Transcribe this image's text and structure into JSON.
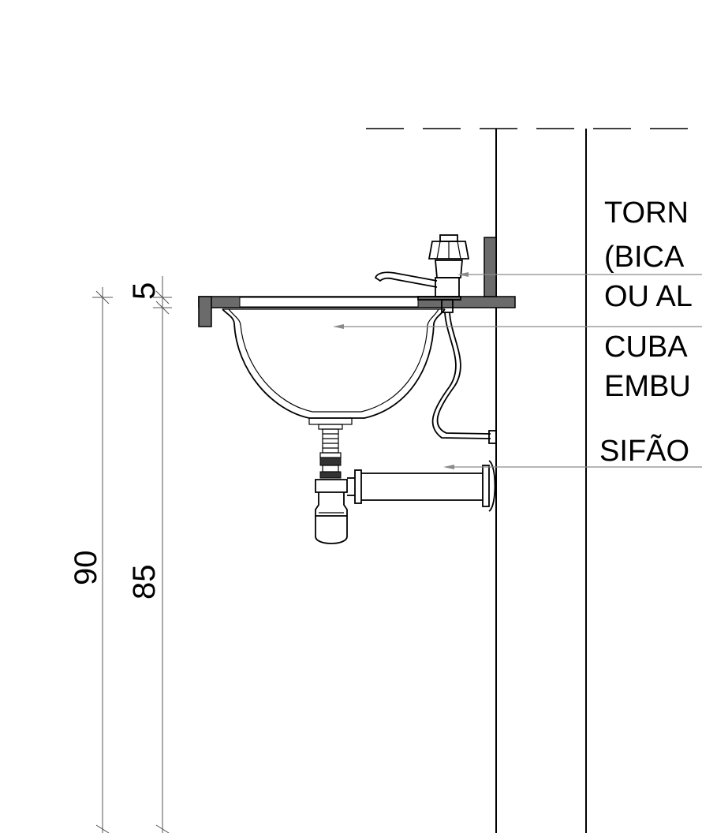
{
  "labels": {
    "faucet_line1": "TORN",
    "faucet_line2": "(BICA",
    "faucet_line3": "OU AL",
    "basin_line1": "CUBA",
    "basin_line2": "EMBU",
    "siphon": "SIFÃO"
  },
  "dimensions": {
    "total_height": "90",
    "counter_height": "85",
    "top_thickness": "5"
  }
}
